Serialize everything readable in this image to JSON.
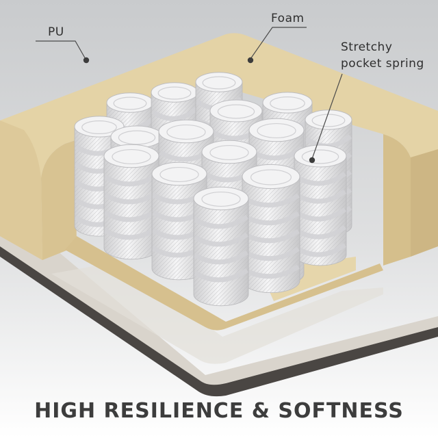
{
  "callouts": {
    "pu": "PU",
    "foam": "Foam",
    "spring_line1": "Stretchy",
    "spring_line2": "pocket spring"
  },
  "headline": "HIGH RESILIENCE & SOFTNESS",
  "colors": {
    "background_top": "#cfd1d3",
    "foam": "#e4d3a6",
    "foam_shadow": "#cdb684",
    "base_layer": "#d9d4cc",
    "pu_edge": "#4a4643",
    "spring_mesh": "#e9e9ea",
    "headline": "#3d3d3d"
  },
  "icons": [
    "callout-dot-icon"
  ]
}
